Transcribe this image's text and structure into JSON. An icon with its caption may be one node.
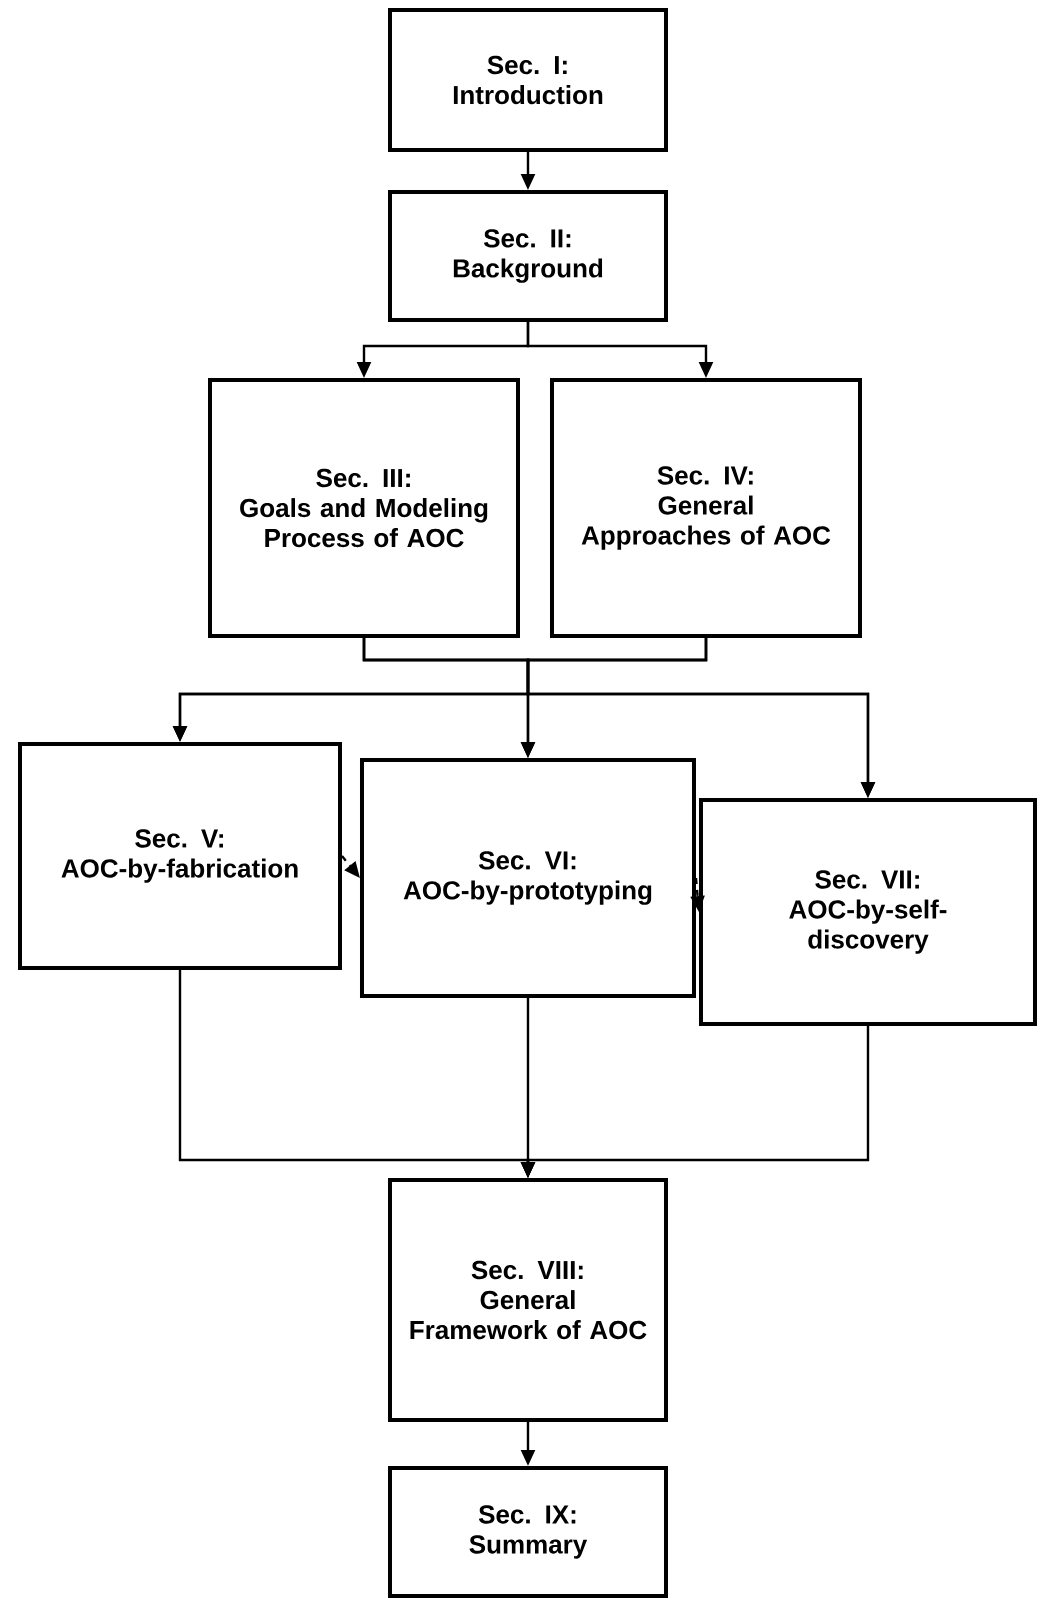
{
  "diagram": {
    "nodes": [
      {
        "text": [
          "Sec. I:",
          "Introduction"
        ]
      },
      {
        "text": [
          "Sec. II:",
          "Background"
        ]
      },
      {
        "text": [
          "Sec. III:",
          "Goals and Modeling Process of AOC"
        ]
      },
      {
        "text": [
          "Sec. IV:",
          "General Approaches of AOC"
        ]
      },
      {
        "text": [
          "Sec. V:",
          "AOC-by-fabrication"
        ]
      },
      {
        "text": [
          "Sec. VI:",
          "AOC-by-prototyping"
        ]
      },
      {
        "text": [
          "Sec. VII:",
          "AOC-by-self-discovery"
        ]
      },
      {
        "text": [
          "Sec. VIII:",
          "General Framework of AOC"
        ]
      },
      {
        "text": [
          "Sec. IX:",
          "Summary"
        ]
      }
    ],
    "edges": [
      {
        "from": 0,
        "to": 1,
        "arrow": "to"
      },
      {
        "from": 1,
        "to": 2,
        "arrow": "to"
      },
      {
        "from": 1,
        "to": 3,
        "arrow": "to"
      },
      {
        "from": 2,
        "to": 4,
        "arrow": "to"
      },
      {
        "from": 2,
        "to": 5,
        "arrow": "to"
      },
      {
        "from": 2,
        "to": 6,
        "arrow": "to"
      },
      {
        "from": 3,
        "to": 4,
        "arrow": "to"
      },
      {
        "from": 3,
        "to": 5,
        "arrow": "to"
      },
      {
        "from": 3,
        "to": 6,
        "arrow": "to"
      },
      {
        "from": 4,
        "to": 5,
        "arrow": "to",
        "style": "dashed"
      },
      {
        "from": 5,
        "to": 6,
        "arrow": "to",
        "style": "dashed"
      },
      {
        "from": 4,
        "to": 7,
        "arrow": "to"
      },
      {
        "from": 5,
        "to": 7,
        "arrow": "to"
      },
      {
        "from": 6,
        "to": 7,
        "arrow": "to"
      },
      {
        "from": 7,
        "to": 8,
        "arrow": "to"
      }
    ]
  }
}
